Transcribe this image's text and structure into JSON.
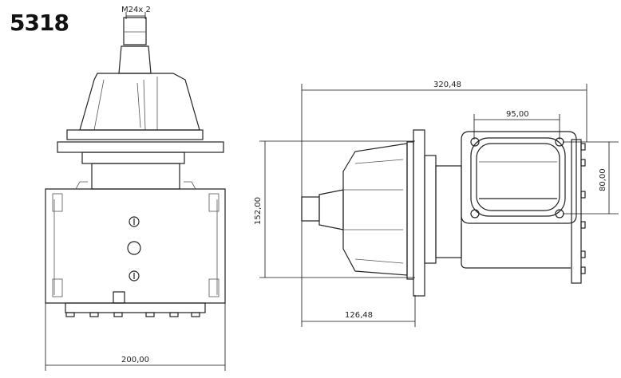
{
  "title": "5318",
  "dimensions": {
    "thread": "M24x 2",
    "width_front": "200,00",
    "overall_length": "320,48",
    "height": "152,00",
    "shaft_to_flange": "126,48",
    "bolt_spacing_horizontal": "95,00",
    "bolt_spacing_vertical": "80,00"
  }
}
